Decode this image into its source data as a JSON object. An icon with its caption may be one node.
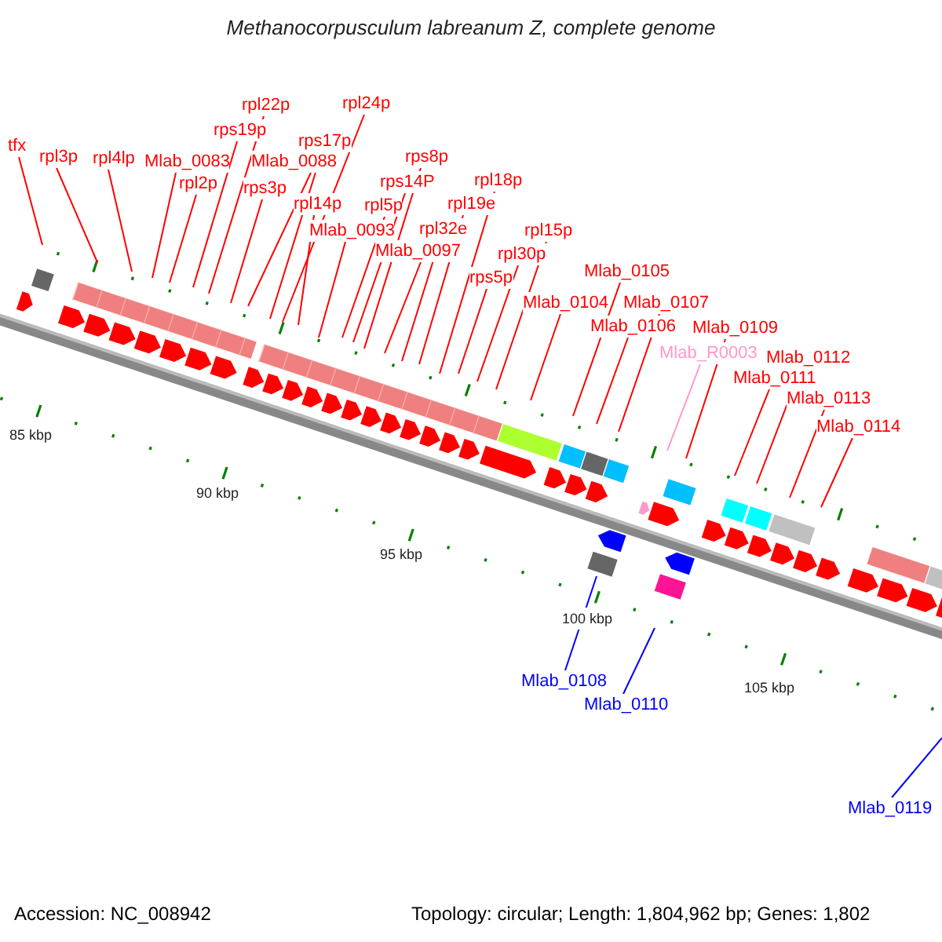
{
  "diagram": {
    "title": "Methanocorpusculum labreanum Z, complete genome",
    "nodes": [
      {
        "text": [
          "tfx"
        ]
      },
      {
        "text": [
          "rpl3p"
        ]
      },
      {
        "text": [
          "rpl4lp"
        ]
      },
      {
        "text": [
          "Mlab_0083"
        ]
      },
      {
        "text": [
          "rpl2p"
        ]
      },
      {
        "text": [
          "rps19p"
        ]
      },
      {
        "text": [
          "rpl22p"
        ]
      },
      {
        "text": [
          "rps3p"
        ]
      },
      {
        "text": [
          "Mlab_0088"
        ]
      },
      {
        "text": [
          "rps17p"
        ]
      },
      {
        "text": [
          "rpl24p"
        ]
      },
      {
        "text": [
          "rpl14p"
        ]
      },
      {
        "text": [
          "Mlab_0093"
        ]
      },
      {
        "text": [
          "rpl5p"
        ]
      },
      {
        "text": [
          "rps14P"
        ]
      },
      {
        "text": [
          "rps8p"
        ]
      },
      {
        "text": [
          "Mlab_0097"
        ]
      },
      {
        "text": [
          "rpl32e"
        ]
      },
      {
        "text": [
          "rpl19e"
        ]
      },
      {
        "text": [
          "rpl18p"
        ]
      },
      {
        "text": [
          "rps5p"
        ]
      },
      {
        "text": [
          "rpl30p"
        ]
      },
      {
        "text": [
          "rpl15p"
        ]
      },
      {
        "text": [
          "Mlab_0104"
        ]
      },
      {
        "text": [
          "Mlab_0105"
        ]
      },
      {
        "text": [
          "Mlab_0106"
        ]
      },
      {
        "text": [
          "Mlab_0107"
        ]
      },
      {
        "text": [
          "Mlab_R0003"
        ]
      },
      {
        "text": [
          "Mlab_0108"
        ]
      },
      {
        "text": [
          "Mlab_0109"
        ]
      },
      {
        "text": [
          "Mlab_0110"
        ]
      },
      {
        "text": [
          "Mlab_0111"
        ]
      },
      {
        "text": [
          "Mlab_0112"
        ]
      },
      {
        "text": [
          "Mlab_0113"
        ]
      },
      {
        "text": [
          "Mlab_0114"
        ]
      },
      {
        "text": [
          "Mlab_0119"
        ]
      }
    ],
    "edges": [
      {
        "from": 0,
        "to": null,
        "arrow": "none"
      },
      {
        "from": 1,
        "to": null,
        "arrow": "none"
      },
      {
        "from": 2,
        "to": null,
        "arrow": "none"
      },
      {
        "from": 3,
        "to": null,
        "arrow": "none"
      },
      {
        "from": 4,
        "to": null,
        "arrow": "none"
      },
      {
        "from": 5,
        "to": null,
        "arrow": "none"
      },
      {
        "from": 6,
        "to": null,
        "arrow": "none"
      },
      {
        "from": 7,
        "to": null,
        "arrow": "none"
      },
      {
        "from": 8,
        "to": null,
        "arrow": "none"
      },
      {
        "from": 9,
        "to": null,
        "arrow": "none"
      },
      {
        "from": 10,
        "to": null,
        "arrow": "none"
      },
      {
        "from": 11,
        "to": null,
        "arrow": "none"
      },
      {
        "from": 12,
        "to": null,
        "arrow": "none"
      },
      {
        "from": 13,
        "to": null,
        "arrow": "none"
      },
      {
        "from": 14,
        "to": null,
        "arrow": "none"
      },
      {
        "from": 15,
        "to": null,
        "arrow": "none"
      },
      {
        "from": 16,
        "to": null,
        "arrow": "none"
      },
      {
        "from": 17,
        "to": null,
        "arrow": "none"
      },
      {
        "from": 18,
        "to": null,
        "arrow": "none"
      },
      {
        "from": 19,
        "to": null,
        "arrow": "none"
      },
      {
        "from": 20,
        "to": null,
        "arrow": "none"
      },
      {
        "from": 21,
        "to": null,
        "arrow": "none"
      },
      {
        "from": 22,
        "to": null,
        "arrow": "none"
      },
      {
        "from": 23,
        "to": null,
        "arrow": "none"
      },
      {
        "from": 24,
        "to": null,
        "arrow": "none"
      },
      {
        "from": 25,
        "to": null,
        "arrow": "none"
      },
      {
        "from": 26,
        "to": null,
        "arrow": "none"
      },
      {
        "from": 27,
        "to": null,
        "arrow": "none",
        "color": "#ff99cc"
      },
      {
        "from": 28,
        "to": null,
        "arrow": "none",
        "color": "#0000ff"
      },
      {
        "from": 29,
        "to": null,
        "arrow": "none"
      },
      {
        "from": 30,
        "to": null,
        "arrow": "none",
        "color": "#0000ff"
      },
      {
        "from": 31,
        "to": null,
        "arrow": "none"
      },
      {
        "from": 32,
        "to": null,
        "arrow": "none"
      },
      {
        "from": 33,
        "to": null,
        "arrow": "none"
      },
      {
        "from": 34,
        "to": null,
        "arrow": "none"
      },
      {
        "from": 35,
        "to": null,
        "arrow": "none",
        "color": "#0000ff"
      }
    ],
    "labels": [
      "85 kbp",
      "90 kbp",
      "95 kbp",
      "100 kbp",
      "105 kbp",
      "Accession: NC_008942",
      "Topology: circular; Length: 1,804,962 bp; Genes: 1,802"
    ]
  }
}
